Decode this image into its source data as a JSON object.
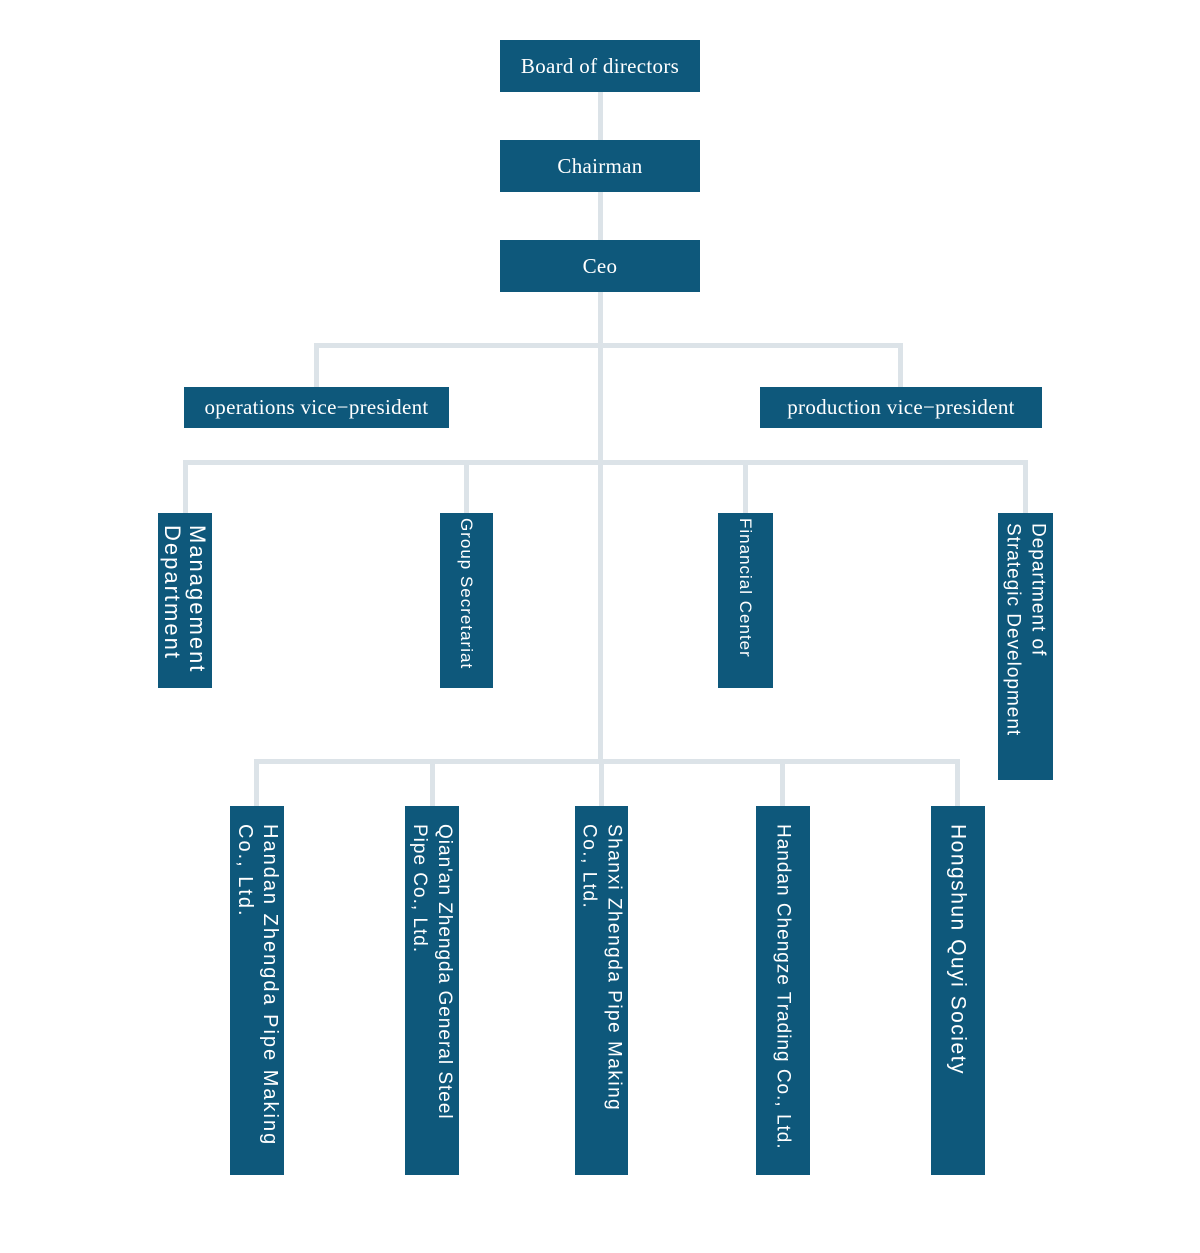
{
  "colors": {
    "box_fill": "#0e587b",
    "box_text": "#ffffff",
    "connector": "#dce3e8",
    "background": "#ffffff"
  },
  "org": {
    "board": "Board of directors",
    "chairman": "Chairman",
    "ceo": "Ceo",
    "vice_presidents": {
      "operations": "operations vice−president",
      "production": "production vice−president"
    },
    "departments": {
      "management": "Management\nDepartment",
      "group_secretariat": "Group Secretariat",
      "financial_center": "Financial Center",
      "strategic_development": "Department of\nStrategic Development"
    },
    "subsidiaries": {
      "handan_zhengda": "Handan Zhengda Pipe Making\nCo., Ltd.",
      "qianan_zhengda": "Qian'an Zhengda General Steel\nPipe Co., Ltd.",
      "shanxi_zhengda": "Shanxi Zhengda Pipe Making\nCo., Ltd.",
      "handan_chengze": "Handan Chengze Trading Co., Ltd.",
      "hongshun": "Hongshun Quyi Society"
    }
  }
}
